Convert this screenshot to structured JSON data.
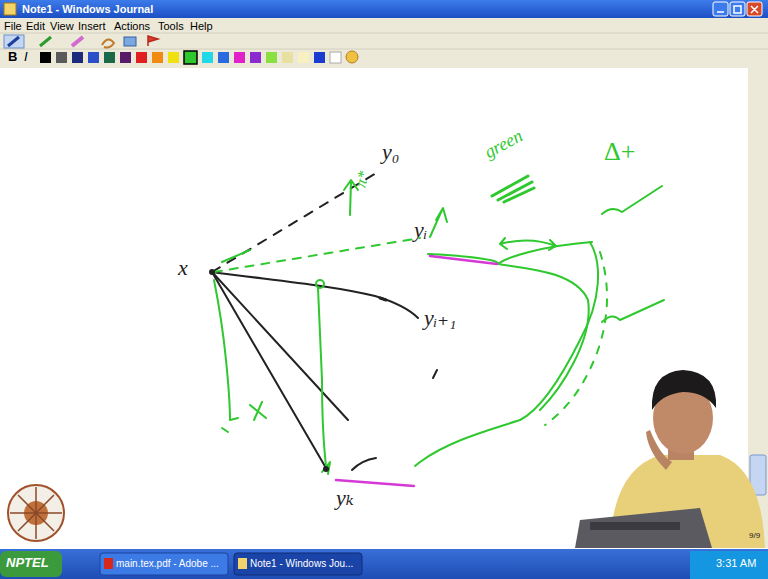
{
  "diagram": {
    "title": "Note1 - Windows Journal",
    "labels": [
      "File",
      "Edit",
      "View",
      "Insert",
      "Actions",
      "Tools",
      "Help",
      "B",
      "I",
      "x",
      "y₀",
      "π*",
      "green",
      "Δ+",
      "yᵢ",
      "yᵢ₊₁",
      "yₖ",
      "9/9",
      "NPTEL",
      "main.tex.pdf - Adobe ...",
      "Note1 - Windows Jou...",
      "3:31 AM"
    ]
  }
}
